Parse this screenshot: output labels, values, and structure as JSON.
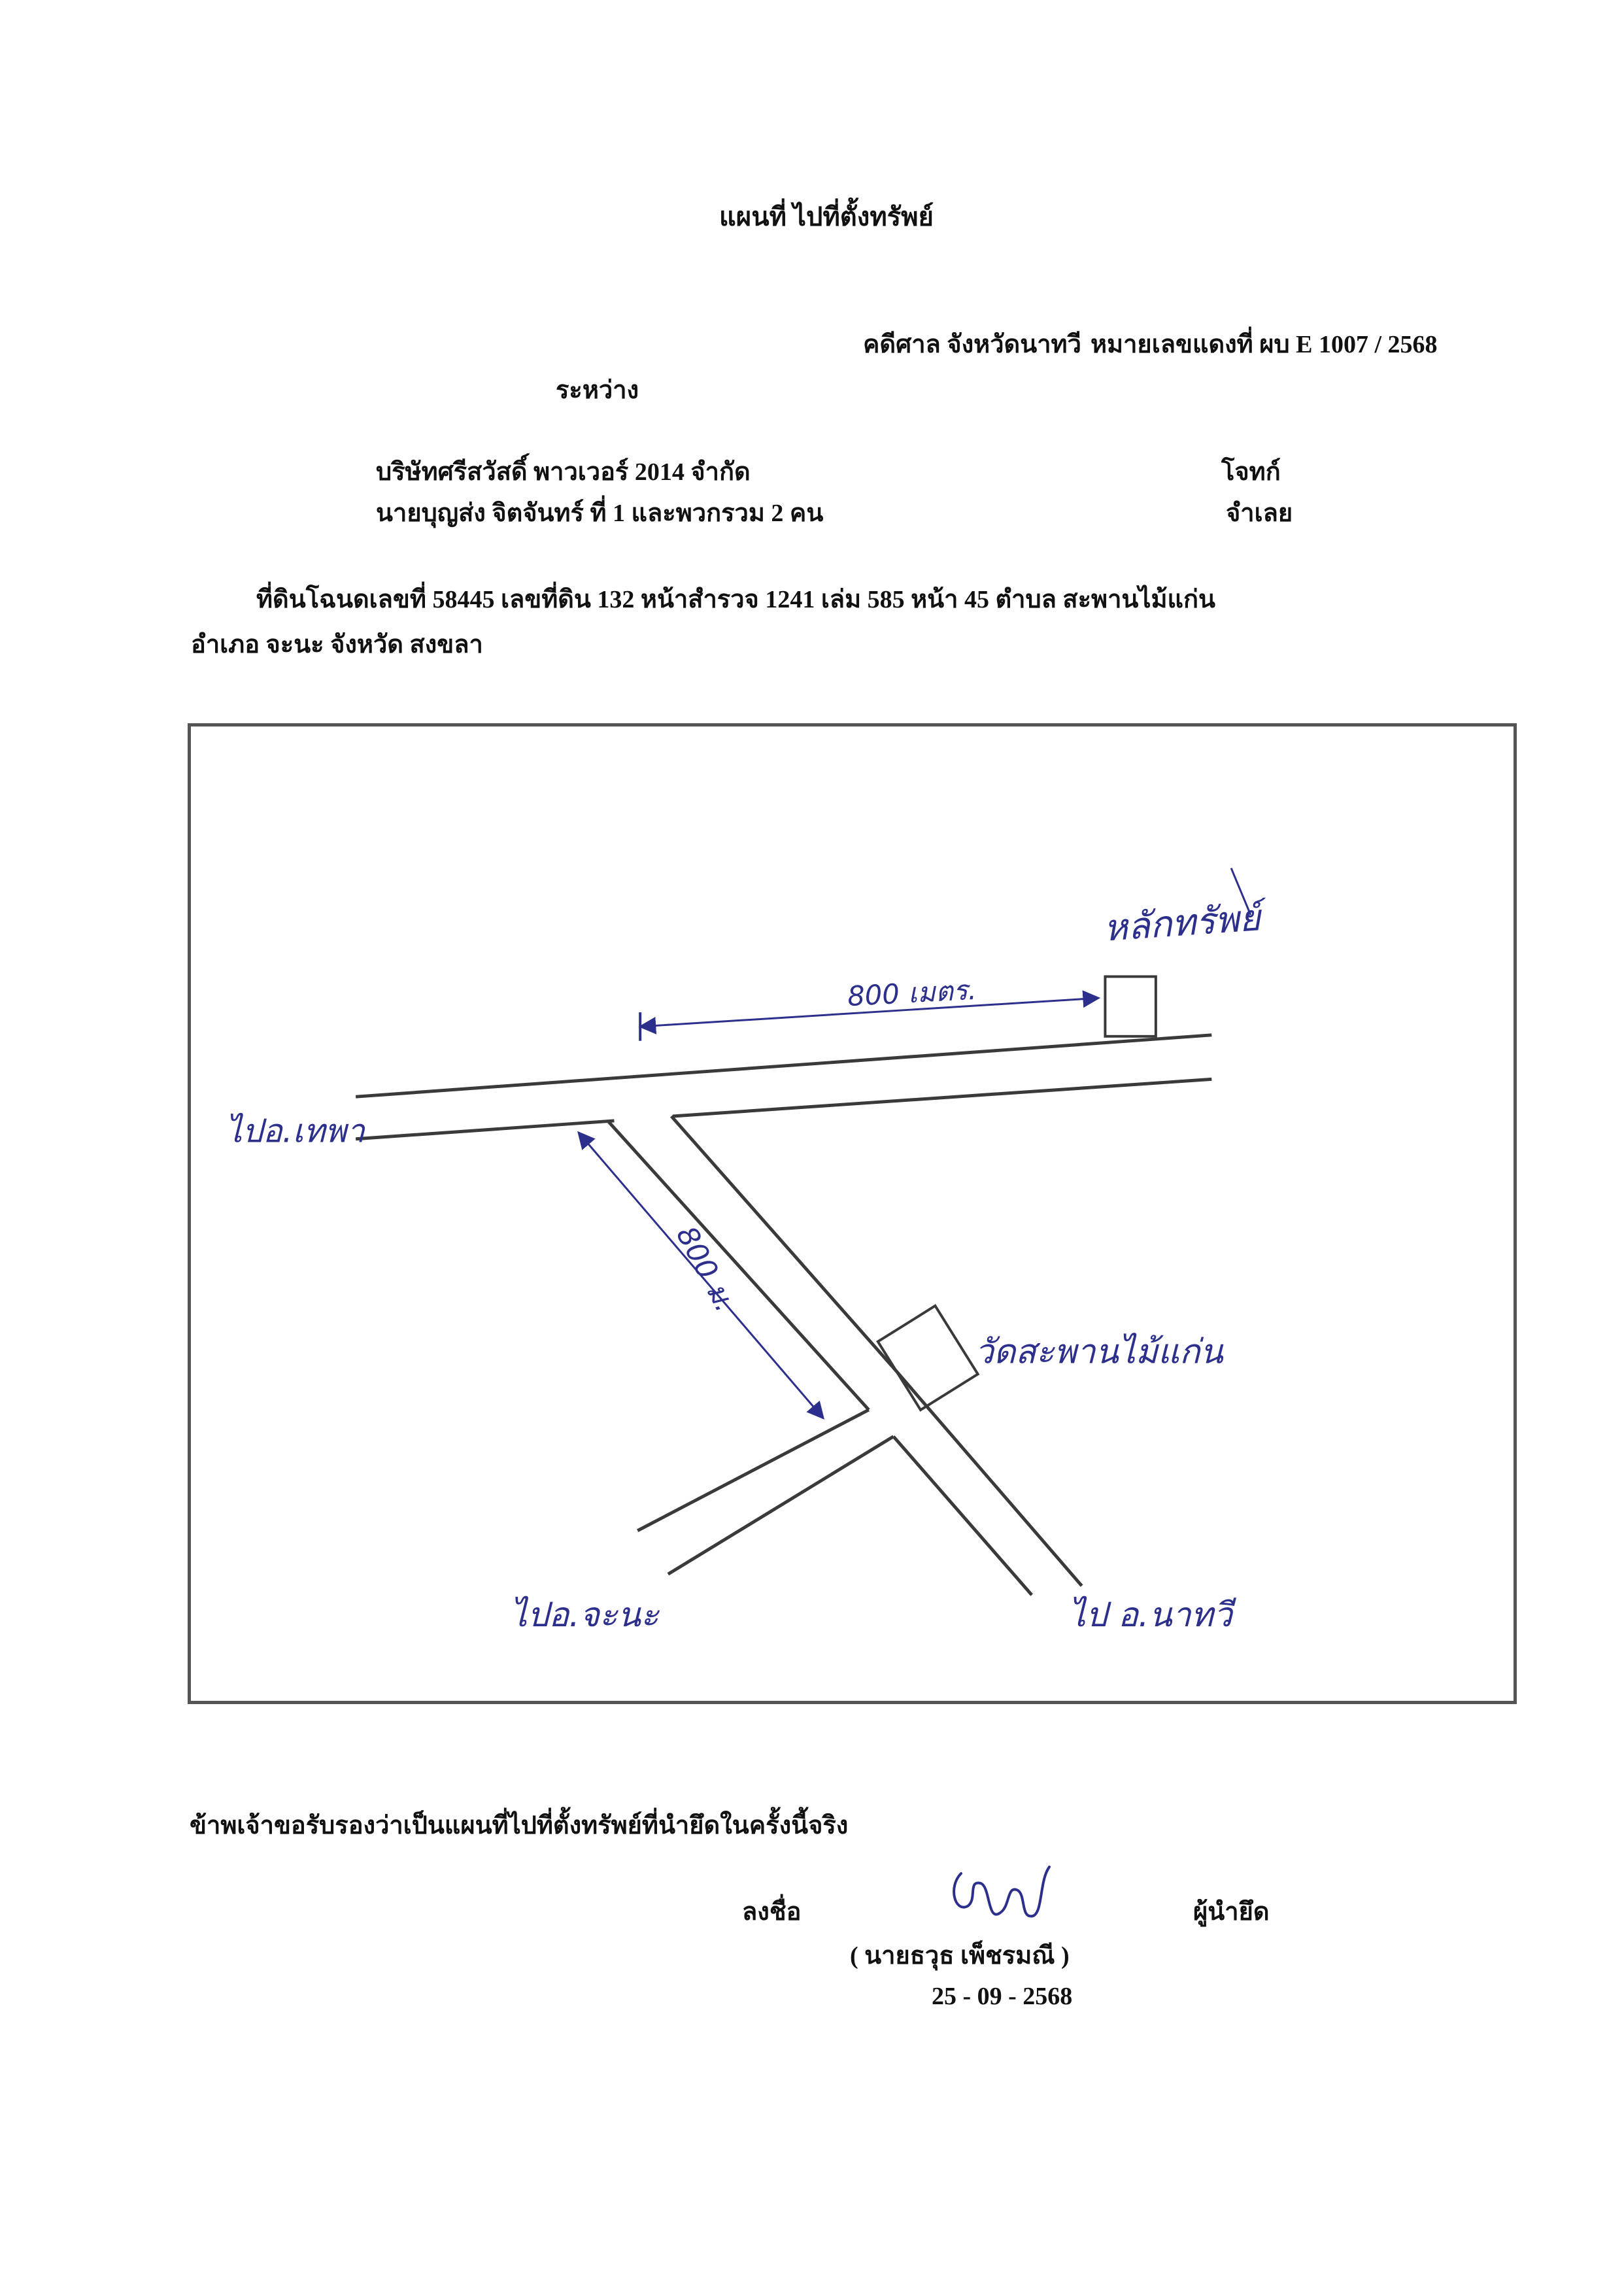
{
  "header": {
    "title": "แผนที่ ไปที่ตั้งทรัพย์",
    "court": "คดีศาล จังหวัดนาทวี",
    "case_no": "หมายเลขแดงที่ ผบ E 1007 / 2568",
    "between": "ระหว่าง"
  },
  "parties": {
    "plaintiff_name": "บริษัทศรีสวัสดิ์ พาวเวอร์ 2014 จำกัด",
    "plaintiff_role": "โจทก์",
    "defendant_name": "นายบุญส่ง จิตจันทร์  ที่ 1 และพวกรวม 2 คน",
    "defendant_role": "จำเลย"
  },
  "land": {
    "line1": "ที่ดินโฉนดเลขที่  58445  เลขที่ดิน 132  หน้าสำรวจ  1241  เล่ม 585 หน้า 45  ตำบล สะพานไม้แก่น",
    "line2": "อำเภอ จะนะ  จังหวัด สงขลา"
  },
  "map": {
    "labels": {
      "property": "หลักทรัพย์",
      "distance_top": "800 เมตร.",
      "distance_diag": "800 ม.",
      "to_left": "ไปอ.เทพา",
      "temple": "วัดสะพานไม้แก่น",
      "to_bottom_left": "ไปอ.จะนะ",
      "to_bottom_right": "ไป อ.นาทวี"
    },
    "ink_color": "#2d2f8c",
    "line_color": "#3a3a3a"
  },
  "certification": {
    "statement": "ข้าพเจ้าขอรับรองว่าเป็นแผนที่ไปที่ตั้งทรัพย์ที่นำยึดในครั้งนี้จริง",
    "sign_label": "ลงชื่อ",
    "role": "ผู้นำยึด",
    "name": "(      นายธวุธ  เพ็ชรมณี      )",
    "date": "25 - 09 - 2568"
  }
}
